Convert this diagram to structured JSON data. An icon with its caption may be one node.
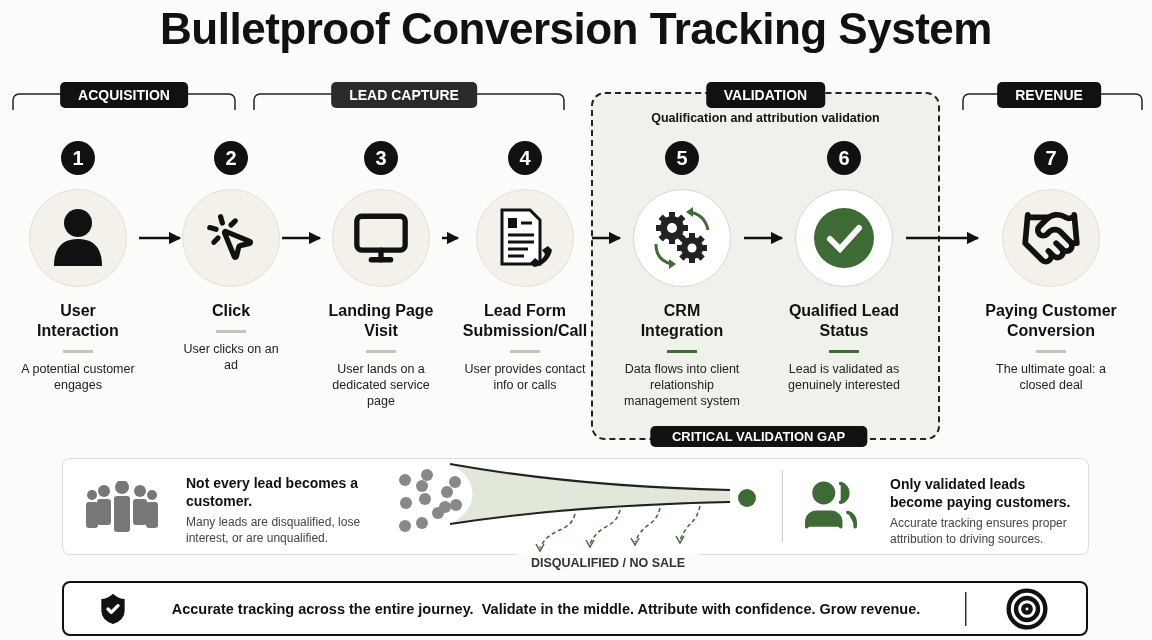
{
  "diagram": {
    "title": "Bulletproof Conversion Tracking System",
    "nodes": [
      {
        "text": [
          "VALIDATION",
          "Qualification and attribution validation",
          "CRITICAL VALIDATION GAP"
        ]
      },
      {
        "text": [
          "1",
          "User Interaction",
          "A potential customer engages"
        ]
      },
      {
        "text": [
          "2",
          "Click",
          "User clicks on an ad"
        ]
      },
      {
        "text": [
          "3",
          "Landing Page Visit",
          "User lands on a dedicated service page"
        ]
      },
      {
        "text": [
          "4",
          "Lead Form Submission/Call",
          "User provides contact info or calls"
        ]
      },
      {
        "text": [
          "5",
          "CRM Integration",
          "Data flows into client relationship management system"
        ],
        "in": 0
      },
      {
        "text": [
          "6",
          "Qualified Lead Status",
          "Lead is validated as genuinely interested"
        ],
        "in": 0
      },
      {
        "text": [
          "7",
          "Paying Customer Conversion",
          "The ultimate goal: a closed deal"
        ]
      }
    ],
    "edges": [
      {
        "from": 1,
        "to": 2,
        "arrow": "to"
      },
      {
        "from": 2,
        "to": 3,
        "arrow": "to"
      },
      {
        "from": 3,
        "to": 4,
        "arrow": "to"
      },
      {
        "from": 4,
        "to": 5,
        "arrow": "to"
      },
      {
        "from": 5,
        "to": 6,
        "arrow": "to"
      },
      {
        "from": 6,
        "to": 7,
        "arrow": "to"
      }
    ],
    "labels": [
      "ACQUISITION",
      "LEAD CAPTURE",
      "REVENUE",
      "Not every lead becomes a customer.",
      "Many leads are disqualified, lose interest, or are unqualified.",
      "DISQUALIFIED / NO SALE",
      "Only validated leads become paying customers.",
      "Accurate tracking ensures proper attribution to driving sources.",
      "Accurate tracking across the entire journey.  Validate in the middle. Attribute with confidence. Grow revenue."
    ]
  }
}
